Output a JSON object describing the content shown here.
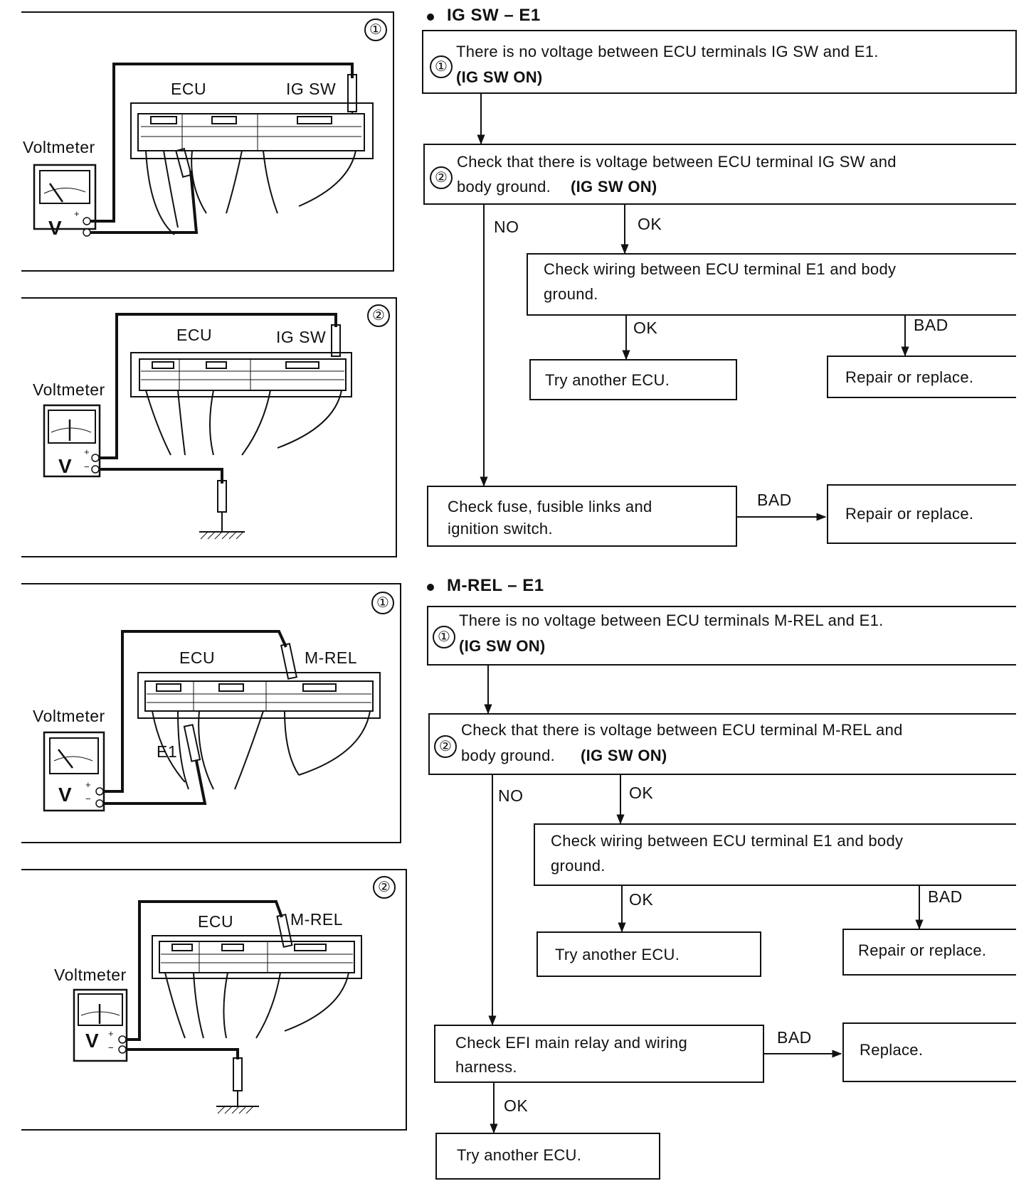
{
  "figures": [
    {
      "number": "①",
      "ecu_label": "ECU",
      "terminal_label": "IG SW",
      "meter_label": "Voltmeter",
      "meter_symbol": "V"
    },
    {
      "number": "②",
      "ecu_label": "ECU",
      "terminal_label": "IG SW",
      "meter_label": "Voltmeter",
      "meter_symbol": "V"
    },
    {
      "number": "①",
      "ecu_label": "ECU",
      "terminal_label": "M-REL",
      "meter_label": "Voltmeter",
      "meter_symbol": "V",
      "extra_label": "E1"
    },
    {
      "number": "②",
      "ecu_label": "ECU",
      "terminal_label": "M-REL",
      "meter_label": "Voltmeter",
      "meter_symbol": "V"
    }
  ],
  "flow1": {
    "title": "IG SW – E1",
    "step1_num": "①",
    "step1_text": "There is no voltage between ECU terminals IG SW and E1.",
    "step1_cond": "(IG SW ON)",
    "step2_num": "②",
    "step2_text": "Check that there is voltage between ECU terminal IG SW and",
    "step2_text2": "body ground.",
    "step2_cond": "(IG SW ON)",
    "no_label": "NO",
    "ok_label": "OK",
    "wiring_text": "Check wiring between ECU terminal E1 and body",
    "wiring_text2": "ground.",
    "ok2_label": "OK",
    "bad_label": "BAD",
    "try_text": "Try another ECU.",
    "repair_text": "Repair or replace.",
    "fuse_text": "Check fuse, fusible links and",
    "fuse_text2": "ignition switch.",
    "bad2_label": "BAD",
    "repair2_text": "Repair or replace."
  },
  "flow2": {
    "title": "M-REL – E1",
    "step1_num": "①",
    "step1_text": "There is no voltage between ECU terminals M-REL and E1.",
    "step1_cond": "(IG SW ON)",
    "step2_num": "②",
    "step2_text": "Check that there is voltage between ECU terminal M-REL and",
    "step2_text2": "body ground.",
    "step2_cond": "(IG SW ON)",
    "no_label": "NO",
    "ok_label": "OK",
    "wiring_text": "Check wiring between ECU terminal E1 and body",
    "wiring_text2": "ground.",
    "ok2_label": "OK",
    "bad_label": "BAD",
    "try_text": "Try another ECU.",
    "repair_text": "Repair or replace.",
    "relay_text": "Check EFI main relay and wiring",
    "relay_text2": "harness.",
    "bad2_label": "BAD",
    "replace_text": "Replace.",
    "ok3_label": "OK",
    "try2_text": "Try another ECU."
  }
}
